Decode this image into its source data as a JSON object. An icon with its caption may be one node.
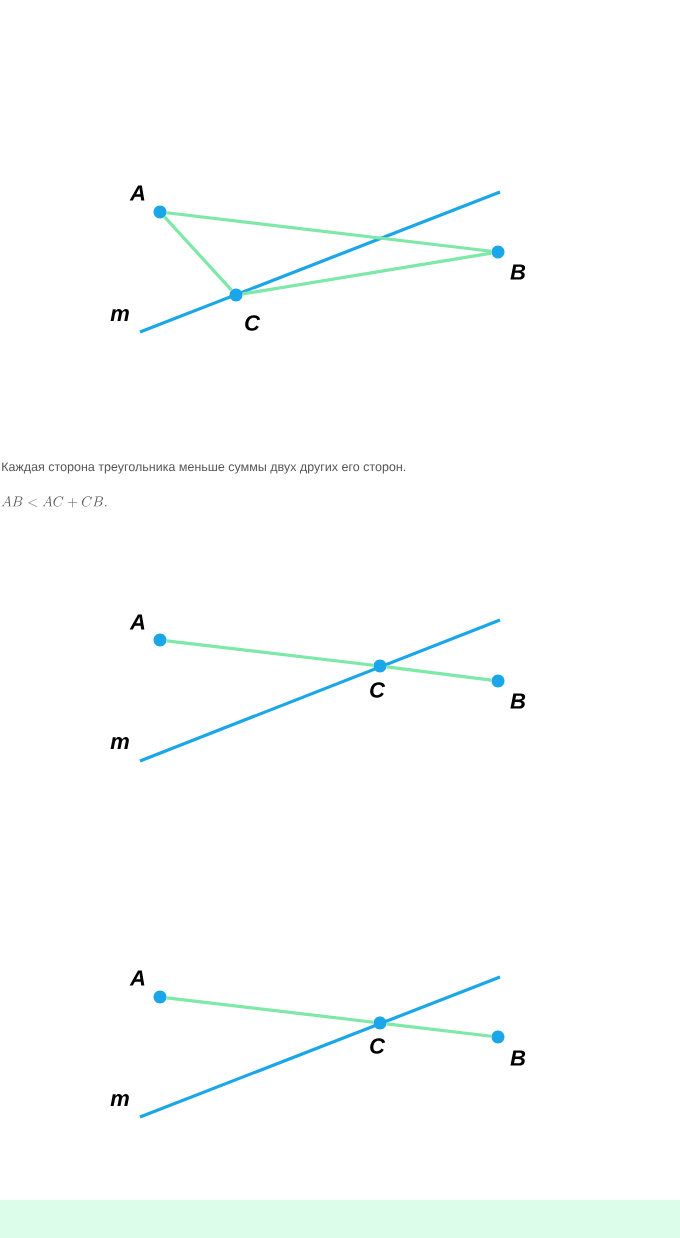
{
  "diagram": {
    "nodes": [
      {
        "text": [
          "A"
        ]
      },
      {
        "text": [
          "B"
        ]
      },
      {
        "text": [
          "C"
        ]
      },
      {
        "text": [
          "A"
        ]
      },
      {
        "text": [
          "C"
        ]
      },
      {
        "text": [
          "B"
        ]
      },
      {
        "text": [
          "A"
        ]
      },
      {
        "text": [
          "C"
        ]
      },
      {
        "text": [
          "B"
        ]
      }
    ],
    "edges": [
      {
        "from": 0,
        "to": 1,
        "arrow": "none"
      },
      {
        "from": 0,
        "to": 2,
        "arrow": "none"
      },
      {
        "from": 2,
        "to": 1,
        "arrow": "none"
      },
      {
        "from": 3,
        "to": 4,
        "arrow": "none"
      },
      {
        "from": 4,
        "to": 5,
        "arrow": "none"
      },
      {
        "from": 6,
        "to": 7,
        "arrow": "none"
      },
      {
        "from": 7,
        "to": 8,
        "arrow": "none"
      }
    ],
    "labels": [
      "m",
      "Каждая сторона треугольника меньше суммы двух других его сторон.",
      "AB < AC + CB.",
      "m",
      "m"
    ]
  }
}
